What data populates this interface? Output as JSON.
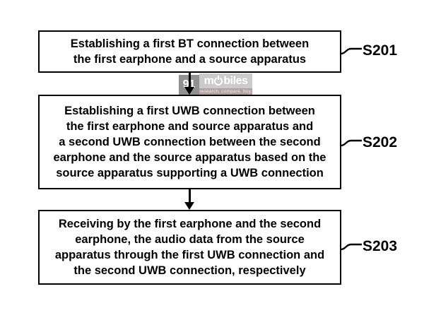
{
  "figure": {
    "type": "flowchart",
    "boxes": [
      {
        "label": "S201",
        "lines": [
          "Establishing a first BT connection between",
          "the first earphone and a source apparatus"
        ]
      },
      {
        "label": "S202",
        "lines": [
          "Establishing a first UWB connection between",
          "the first earphone and source apparatus and",
          "a second UWB connection between the second",
          "earphone and the source apparatus based on the",
          "source apparatus supporting a UWB connection"
        ]
      },
      {
        "label": "S203",
        "lines": [
          "Receiving by the first earphone and the second",
          "earphone, the audio data from the source",
          "apparatus through the first UWB connection and",
          "the second UWB connection, respectively"
        ]
      }
    ]
  },
  "watermark": {
    "prefix": "91",
    "brand_start": "m",
    "brand_end": "biles",
    "power_icon": "power-symbol",
    "tagline": "research. compare. buy.",
    "colors": {
      "badge": "#919191",
      "band": "#cbcbcb",
      "strip": "#b3a39f",
      "text": "#ffffff"
    }
  },
  "colors": {
    "background": "#ffffff",
    "ink": "#000000"
  }
}
